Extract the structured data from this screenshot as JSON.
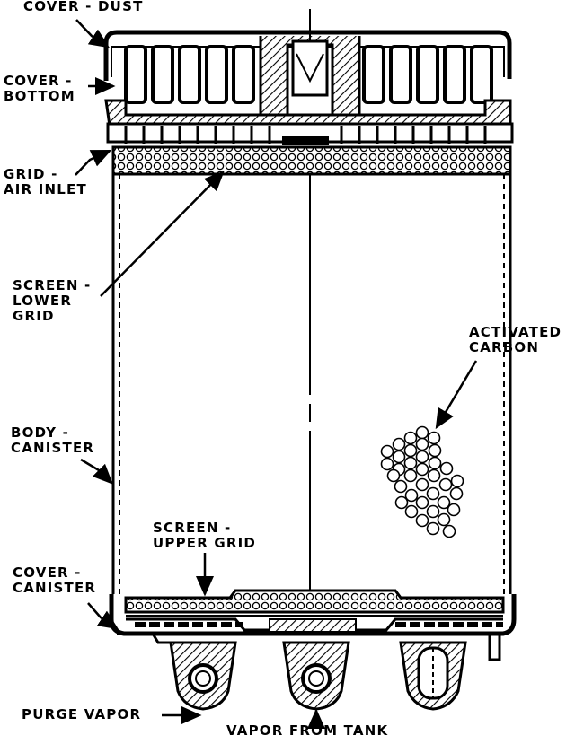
{
  "labels": {
    "cover_dust": [
      "COVER - DUST"
    ],
    "cover_bottom": [
      "COVER -",
      "BOTTOM"
    ],
    "grid_air_inlet": [
      "GRID -",
      "AIR INLET"
    ],
    "screen_lower_grid": [
      "SCREEN -",
      "LOWER",
      "GRID"
    ],
    "activated_carbon": [
      "ACTIVATED",
      "CARBON"
    ],
    "body_canister": [
      "BODY -",
      "CANISTER"
    ],
    "screen_upper_grid": [
      "SCREEN -",
      "UPPER GRID"
    ],
    "cover_canister": [
      "COVER -",
      "CANISTER"
    ],
    "purge_vapor": [
      "PURGE VAPOR"
    ],
    "vapor_from_tank": [
      "VAPOR FROM TANK"
    ]
  },
  "colors": {
    "ink": "#000000",
    "paper": "#ffffff"
  }
}
